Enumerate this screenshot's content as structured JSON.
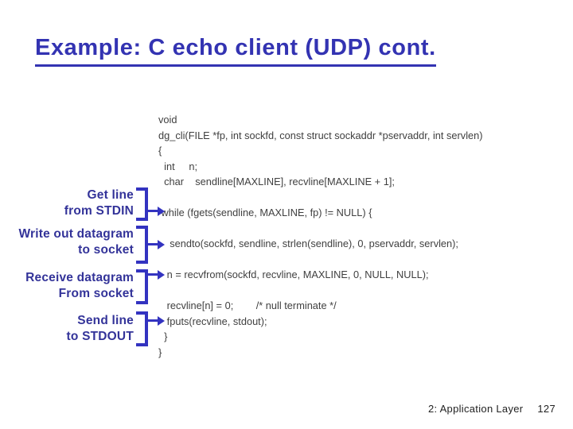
{
  "title": {
    "text": "Example: C echo client (UDP) cont."
  },
  "code": {
    "lines": [
      "void",
      "dg_cli(FILE *fp, int sockfd, const struct sockaddr *pservaddr, int servlen)",
      "{",
      "  int     n;",
      "  char    sendline[MAXLINE], recvline[MAXLINE + 1];",
      "",
      " while (fgets(sendline, MAXLINE, fp) != NULL) {",
      "",
      "    sendto(sockfd, sendline, strlen(sendline), 0, pservaddr, servlen);",
      "",
      "   n = recvfrom(sockfd, recvline, MAXLINE, 0, NULL, NULL);",
      "",
      "   recvline[n] = 0;        /* null terminate */",
      "   fputs(recvline, stdout);",
      "  }",
      "}"
    ]
  },
  "annotations": [
    {
      "label": "Get line\nfrom STDIN"
    },
    {
      "label": "Write out datagram\nto socket"
    },
    {
      "label": "Receive datagram\nFrom socket"
    },
    {
      "label": "Send line\nto STDOUT"
    }
  ],
  "footer": {
    "section": "2: Application Layer",
    "page": "127"
  },
  "colors": {
    "title_blue": "#3333b2",
    "annotation_blue": "#333399",
    "arrow_blue": "#3333c0",
    "code_text": "#3f3f3f",
    "footer_text": "#222222",
    "background": "#ffffff"
  }
}
